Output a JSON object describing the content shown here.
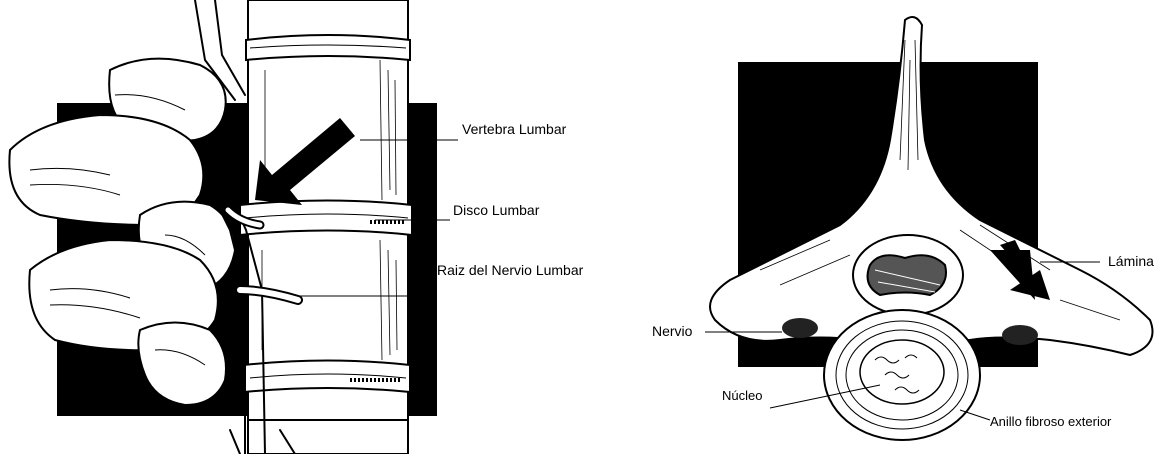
{
  "left_figure": {
    "labels": {
      "vertebra": "Vertebra Lumbar",
      "disc": "Disco Lumbar",
      "nerve_root": "Raiz del Nervio Lumbar"
    }
  },
  "right_figure": {
    "labels": {
      "lamina": "Lámina",
      "nerve": "Nervio",
      "nucleus": "Núcleo",
      "annulus": "Anillo fibroso exterior"
    }
  },
  "colors": {
    "ink": "#000000",
    "background": "#ffffff",
    "shadow_block": "#000000"
  }
}
